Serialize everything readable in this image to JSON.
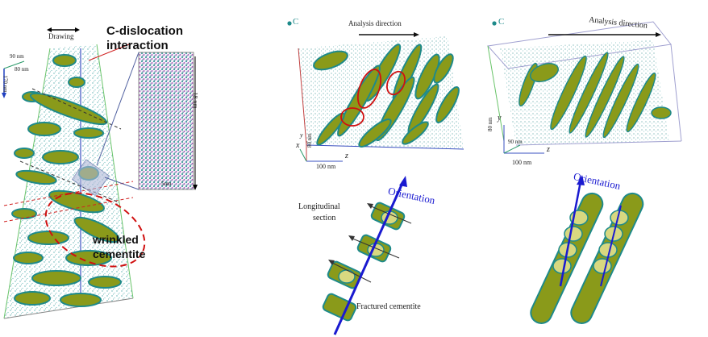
{
  "left_panel": {
    "drawing_label": "Drawing",
    "dim_90": "90 nm",
    "dim_80": "80 nm",
    "dim_170": "170 nm",
    "callout_title_line1": "C-dislocation",
    "callout_title_line2": "interaction",
    "inset_dim_18": "18 nm",
    "inset_dim_5": "5nm",
    "callout_bottom_line1": "wrinkled",
    "callout_bottom_line2": "cementite"
  },
  "middle_panel": {
    "legend_c": "C",
    "analysis_direction": "Analysis direction",
    "axis_x": "x",
    "axis_z": "z",
    "axis_y": "y",
    "dim_80": "80 nm",
    "dim_100": "100 nm",
    "orientation": "Orientation",
    "longitudinal_line1": "Longitudinal",
    "longitudinal_line2": "section",
    "fractured": "Fractured cementite"
  },
  "right_panel": {
    "legend_c": "C",
    "analysis_direction": "Analysis direction",
    "axis_y": "y",
    "axis_z": "z",
    "dim_90": "90 nm",
    "dim_80": "80 nm",
    "dim_100": "100 nm",
    "orientation": "Orientation"
  },
  "colors": {
    "cementite_fill": "#8a9a1a",
    "cementite_edge": "#1e8a8a",
    "carbon_dots": "#2a8a8a",
    "orientation_arrow": "#1a1ad0",
    "highlight_circle": "#d01010",
    "callout_text": "#111111"
  }
}
